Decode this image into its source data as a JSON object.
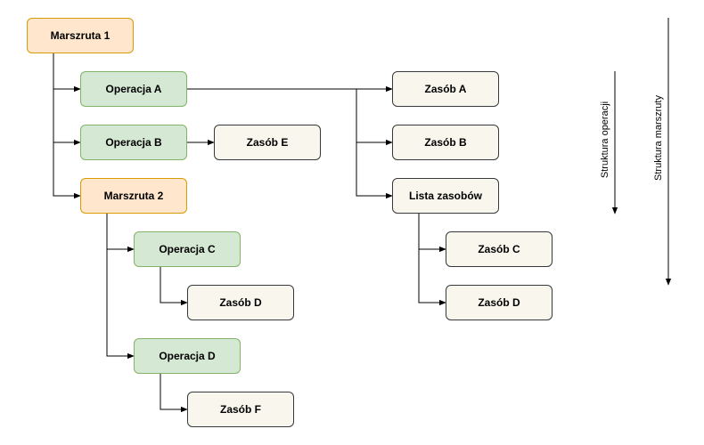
{
  "colors": {
    "route_fill": "#ffe6cc",
    "route_border": "#d79b00",
    "operation_fill": "#d5e8d4",
    "operation_border": "#82b366",
    "resource_fill": "#f9f7ed",
    "resource_border": "#36393d",
    "line": "#000000"
  },
  "nodes": {
    "route_1": "Marszruta 1",
    "operation_a": "Operacja A",
    "operation_b": "Operacja B",
    "route_2": "Marszruta 2",
    "operation_c": "Operacja C",
    "operation_d": "Operacja D",
    "resource_e": "Zasób E",
    "resource_d_left": "Zasób D",
    "resource_f": "Zasób F",
    "resource_a": "Zasób A",
    "resource_b": "Zasób B",
    "resource_list": "Lista zasobów",
    "resource_c": "Zasób C",
    "resource_d_right": "Zasób D"
  },
  "axes": {
    "operation_structure": "Struktura operacji",
    "route_structure": "Struktura marszruty"
  }
}
